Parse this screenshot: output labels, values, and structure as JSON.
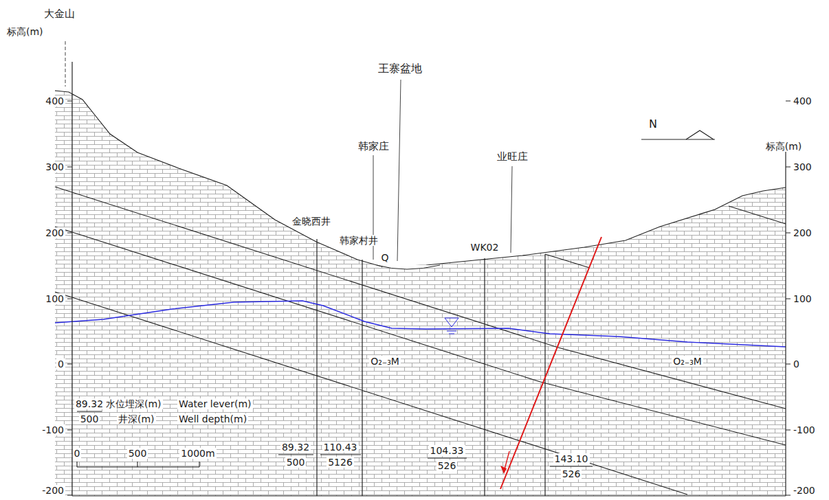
{
  "diagram": {
    "labels": [
      "大金山",
      "标高(m)",
      "王寨盆地",
      "韩家庄",
      "业旺庄",
      "N",
      "标高(m)",
      "金晓西井",
      "韩家村井",
      "Q",
      "WK02",
      "O₂₋₃M",
      "O₂₋₃M",
      "400",
      "300",
      "200",
      "100",
      "0",
      "-100",
      "-200",
      "400",
      "300",
      "200",
      "100",
      "0",
      "-100",
      "-200",
      "89.32",
      "500",
      "水位埋深(m)",
      "Water lever(m)",
      "井深(m)",
      "Well depth(m)",
      "0",
      "500",
      "1000m",
      "89.32",
      "500",
      "110.43",
      "5126",
      "104.33",
      "526",
      "143.10",
      "526"
    ]
  }
}
